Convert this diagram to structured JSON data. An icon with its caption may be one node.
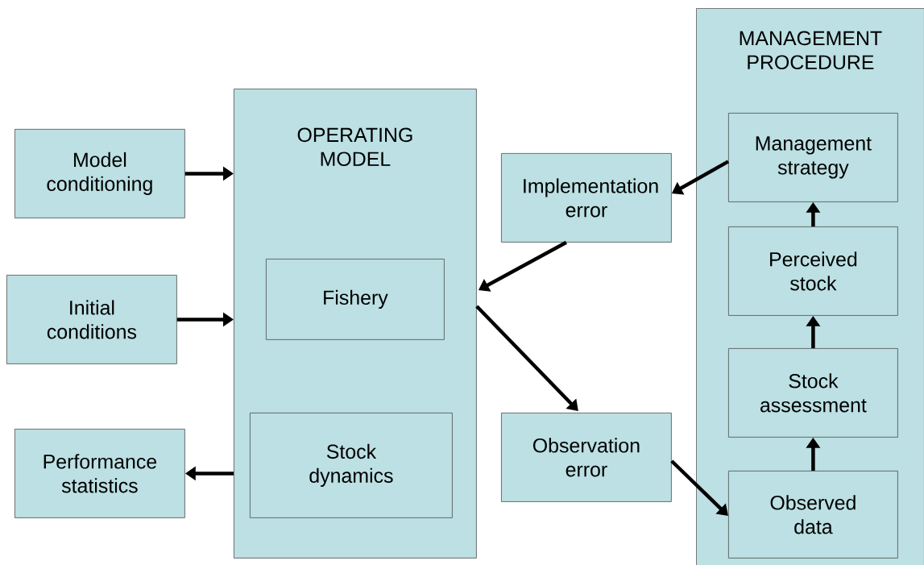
{
  "diagram": {
    "nodes": [
      {
        "text": [
          "Model conditioning"
        ]
      },
      {
        "text": [
          "Initial conditions"
        ]
      },
      {
        "text": [
          "Performance statistics"
        ]
      },
      {
        "text": [
          "OPERATING MODEL"
        ]
      },
      {
        "text": [
          "Fishery"
        ],
        "in": 3
      },
      {
        "text": [
          "Stock dynamics"
        ],
        "in": 3
      },
      {
        "text": [
          "Implementation error"
        ]
      },
      {
        "text": [
          "Observation error"
        ]
      },
      {
        "text": [
          "MANAGEMENT PROCEDURE"
        ]
      },
      {
        "text": [
          "Management strategy"
        ],
        "in": 8
      },
      {
        "text": [
          "Perceived stock"
        ],
        "in": 8
      },
      {
        "text": [
          "Stock assessment"
        ],
        "in": 8
      },
      {
        "text": [
          "Observed data"
        ],
        "in": 8
      }
    ],
    "edges": [
      {
        "from": 0,
        "to": 3,
        "arrow": "to"
      },
      {
        "from": 1,
        "to": 3,
        "arrow": "to"
      },
      {
        "from": 3,
        "to": 2,
        "arrow": "to"
      },
      {
        "from": 9,
        "to": 6,
        "arrow": "to"
      },
      {
        "from": 6,
        "to": 3,
        "arrow": "to"
      },
      {
        "from": 3,
        "to": 7,
        "arrow": "to"
      },
      {
        "from": 7,
        "to": 12,
        "arrow": "to"
      },
      {
        "from": 12,
        "to": 11,
        "arrow": "to"
      },
      {
        "from": 11,
        "to": 10,
        "arrow": "to"
      },
      {
        "from": 10,
        "to": 9,
        "arrow": "to"
      }
    ]
  }
}
